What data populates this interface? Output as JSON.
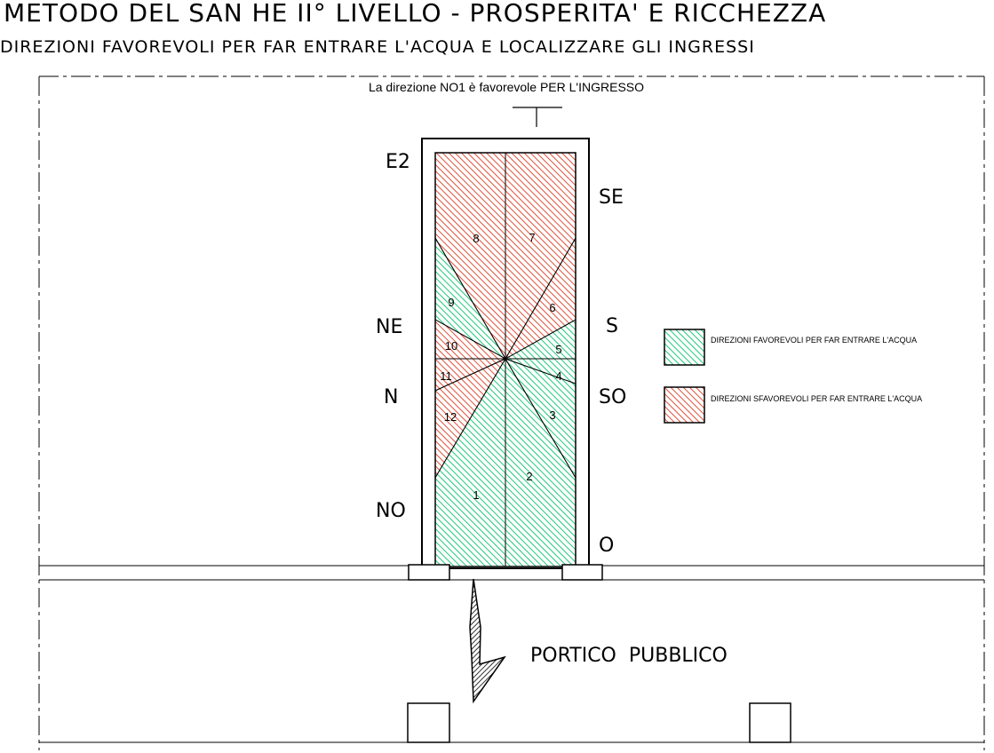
{
  "header": {
    "title": "METODO DEL SAN HE II° LIVELLO - PROSPERITA' E RICCHEZZA",
    "subtitle": "DIREZIONI FAVOREVOLI PER FAR ENTRARE L'ACQUA E LOCALIZZARE GLI INGRESSI"
  },
  "note": "La direzione NO1 è favorevole PER L'INGRESSO",
  "compass": {
    "E2": "E2",
    "SE": "SE",
    "NE": "NE",
    "S": "S",
    "N": "N",
    "SO": "SO",
    "NO": "NO",
    "O": "O"
  },
  "sectors": {
    "s1": "1",
    "s2": "2",
    "s3": "3",
    "s4": "4",
    "s5": "5",
    "s6": "6",
    "s7": "7",
    "s8": "8",
    "s9": "9",
    "s10": "10",
    "s11": "11",
    "s12": "12"
  },
  "legend": {
    "favorable": "DIREZIONI FAVOREVOLI PER FAR ENTRARE L'ACQUA",
    "unfavorable": "DIREZIONI SFAVOREVOLI PER FAR ENTRARE L'ACQUA"
  },
  "portico_label": "PORTICO  PUBBLICO",
  "colors": {
    "favorable": "#2fd18a",
    "unfavorable": "#e8604a",
    "line": "#000000"
  }
}
